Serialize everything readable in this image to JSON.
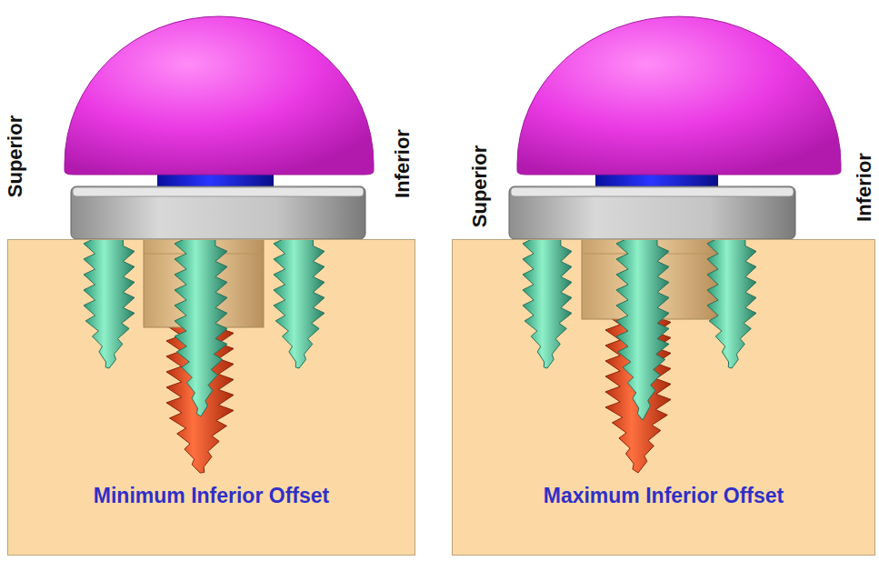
{
  "diagram": {
    "nodes": [
      {
        "text": [
          "Minimum Inferior Offset"
        ]
      },
      {
        "text": [
          "Maximum Inferior Offset"
        ]
      }
    ],
    "labels": [
      "Superior",
      "Inferior",
      "Superior",
      "Inferior"
    ]
  }
}
